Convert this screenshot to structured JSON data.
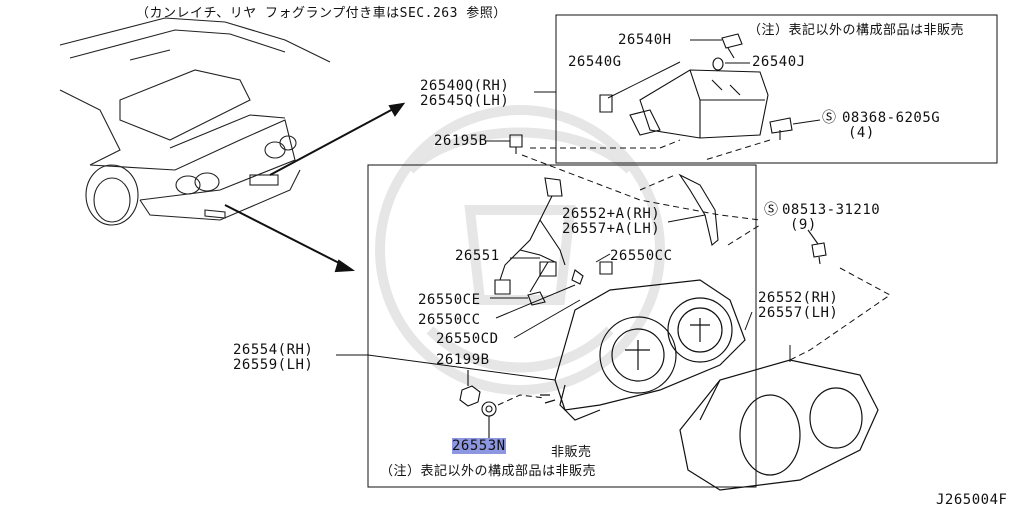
{
  "header_note": "（カンレイチ、リヤ フォグランプ付き車はSEC.263 参照）",
  "fog_box": {
    "note": "（注）表記以外の構成部品は非販売",
    "labels": {
      "p26540H": "26540H",
      "p26540G": "26540G",
      "p26540J": "26540J",
      "p26540Q_rh": "26540Q(RH)",
      "p26545Q_lh": "26545Q(LH)",
      "screw_08368": "08368-6205G",
      "screw_08368_qty": "(4)"
    }
  },
  "lamp_box": {
    "note": "（注）表記以外の構成部品は非販売",
    "not_sold": "非販売",
    "labels": {
      "p26552A_rh": "26552+A(RH)",
      "p26557A_lh": "26557+A(LH)",
      "p26551": "26551",
      "p26550CC": "26550CC",
      "p26550CE": "26550CE",
      "p26550CC2": "26550CC",
      "p26550CD": "26550CD",
      "p26199B": "26199B",
      "p26553N": "26553N"
    }
  },
  "outside_labels": {
    "p26195B": "26195B",
    "screw_08513": "08513-31210",
    "screw_08513_qty": "(9)",
    "p26552_rh": "26552(RH)",
    "p26557_lh": "26557(LH)",
    "p26554_rh": "26554(RH)",
    "p26559_lh": "26559(LH)"
  },
  "diagram_code": "J265004F",
  "colors": {
    "highlight": "#8d96e0",
    "line": "#111111",
    "watermark": "#e9e9e9"
  }
}
